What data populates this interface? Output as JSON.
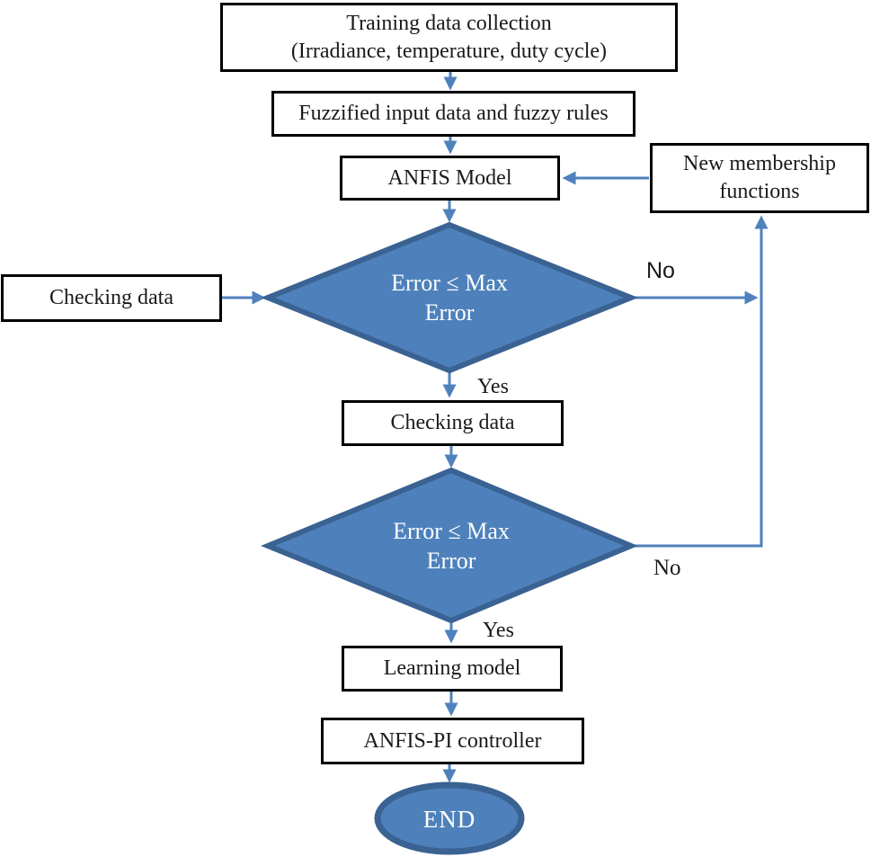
{
  "colors": {
    "shape_fill": "#4e81bb",
    "shape_border": "#3a6292",
    "connector": "#4f81bd",
    "box_border": "#000000",
    "box_fill": "#ffffff",
    "text_dark": "#1a1a1a",
    "text_light": "#ffffff"
  },
  "nodes": {
    "training_data": {
      "line1": "Training data collection",
      "line2": "(Irradiance, temperature, duty cycle)"
    },
    "fuzzified": {
      "label": "Fuzzified input data and fuzzy rules"
    },
    "anfis_model": {
      "label": "ANFIS Model"
    },
    "new_membership": {
      "label": "New membership functions"
    },
    "checking_data_input": {
      "label": "Checking data"
    },
    "decision1": {
      "line1": "Error ≤ Max",
      "line2": "Error"
    },
    "checking_data_2": {
      "label": "Checking data"
    },
    "decision2": {
      "line1": "Error ≤ Max",
      "line2": "Error"
    },
    "learning_model": {
      "label": "Learning model"
    },
    "anfis_pi": {
      "label": "ANFIS-PI controller"
    },
    "end": {
      "label": "END"
    }
  },
  "edge_labels": {
    "decision1_yes": "Yes",
    "decision1_no": "No",
    "decision2_yes": "Yes",
    "decision2_no": "No"
  }
}
